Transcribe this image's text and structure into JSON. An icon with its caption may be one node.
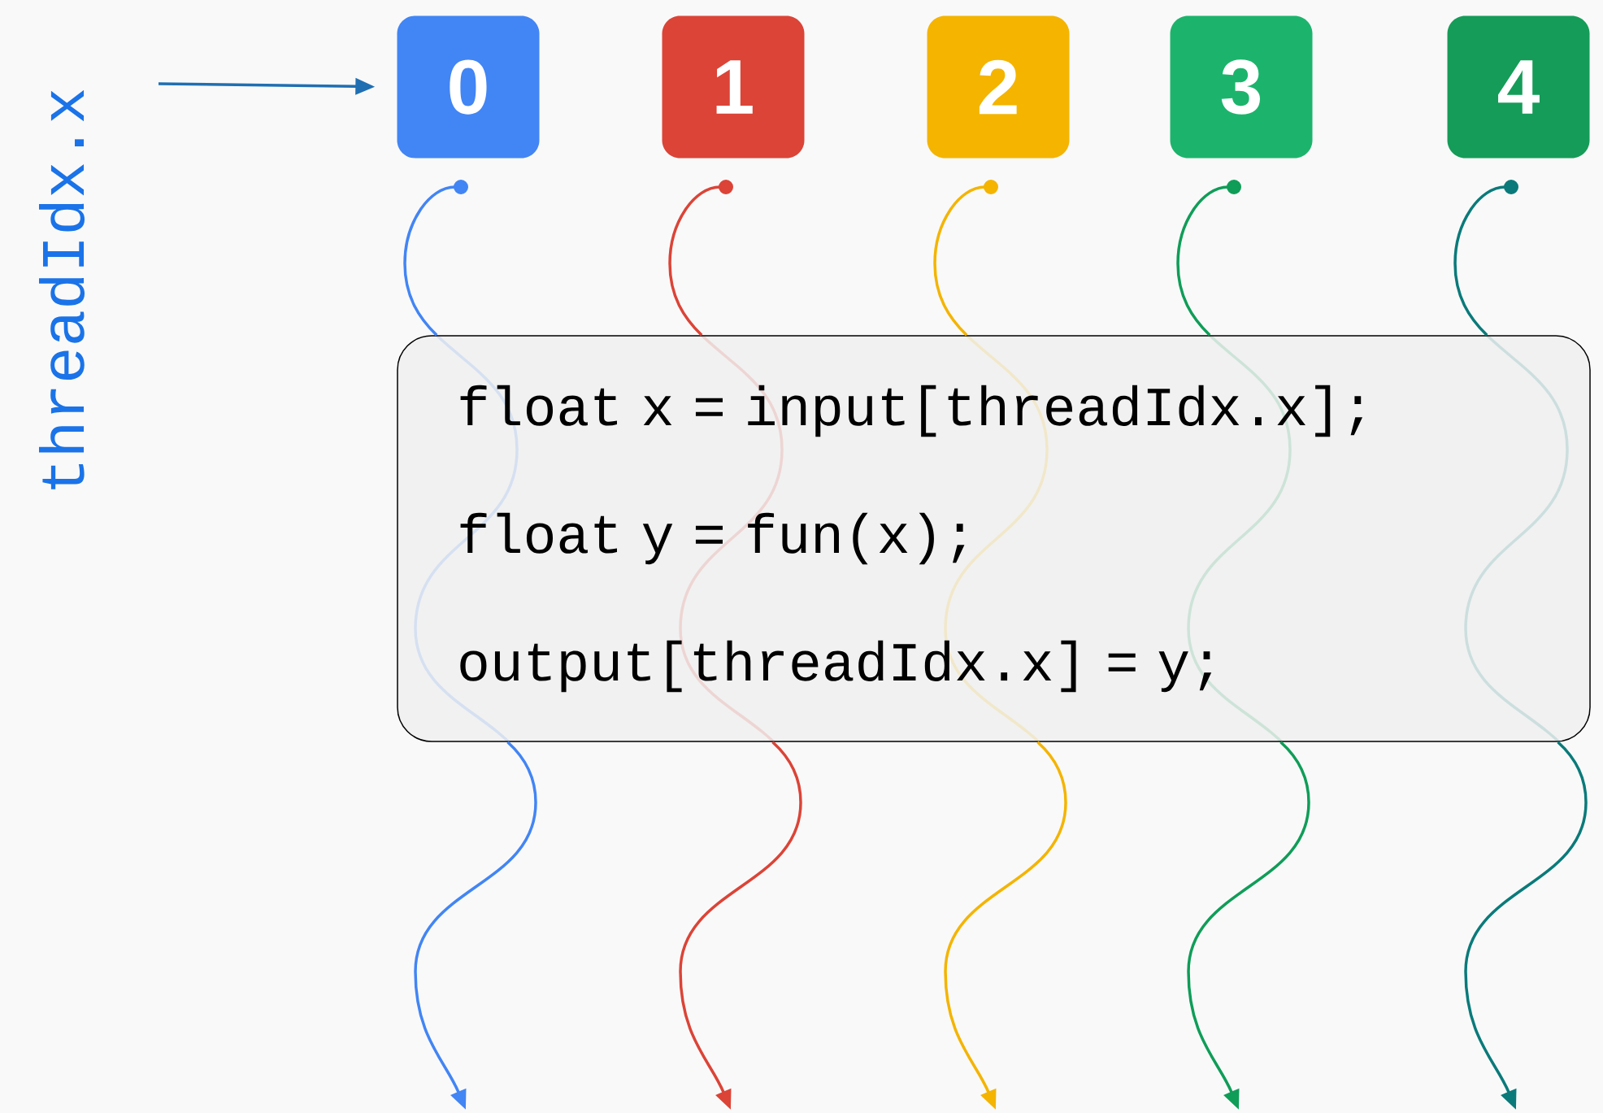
{
  "diagram": {
    "nodes": [
      {
        "text": [
          "0"
        ]
      },
      {
        "text": [
          "1"
        ]
      },
      {
        "text": [
          "2"
        ]
      },
      {
        "text": [
          "3"
        ]
      },
      {
        "text": [
          "4"
        ]
      },
      {
        "text": [
          "float x = input[threadIdx.x];",
          "float y = fun(x);",
          "output[threadIdx.x] = y;"
        ]
      }
    ],
    "edges": [
      {
        "from": null,
        "to": 0,
        "arrow": "to",
        "color": "#1f6fb2"
      },
      {
        "from": null,
        "to": 5,
        "arrow": "other",
        "color": "#4285f4"
      },
      {
        "from": null,
        "to": 5,
        "arrow": "other",
        "color": "#db4437"
      },
      {
        "from": null,
        "to": 5,
        "arrow": "other",
        "color": "#f4b400"
      },
      {
        "from": null,
        "to": 5,
        "arrow": "other",
        "color": "#0f9d58"
      },
      {
        "from": null,
        "to": 5,
        "arrow": "other",
        "color": "#0a7a7a"
      },
      {
        "from": 5,
        "to": null,
        "arrow": "to",
        "color": "#4285f4"
      },
      {
        "from": 5,
        "to": null,
        "arrow": "to",
        "color": "#db4437"
      },
      {
        "from": 5,
        "to": null,
        "arrow": "to",
        "color": "#f4b400"
      },
      {
        "from": 5,
        "to": null,
        "arrow": "to",
        "color": "#0f9d58"
      },
      {
        "from": 5,
        "to": null,
        "arrow": "to",
        "color": "#0a7a7a"
      }
    ],
    "labels": [
      "threadIdx.x"
    ]
  }
}
